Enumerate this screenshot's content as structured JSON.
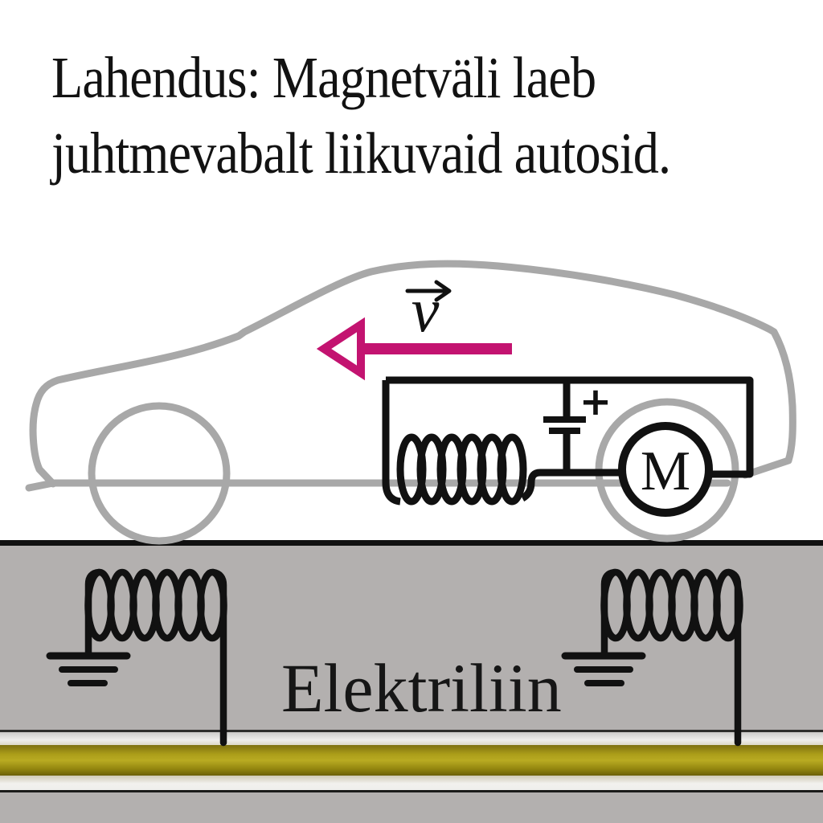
{
  "title": {
    "line1": "Lahendus: Magnetväli laeb",
    "line2": "juhtmevabalt liikuvaid autosid."
  },
  "car_diagram": {
    "velocity_label": "v",
    "motor_label": "M",
    "battery_polarity": "+"
  },
  "road": {
    "label": "Elektriliin"
  },
  "colors": {
    "arrow_accent": "#c31370",
    "car_outline": "#a8a8a8",
    "ink": "#111111",
    "road_fill": "#b3b0af",
    "power_line_yellow": "#b0a21b"
  }
}
